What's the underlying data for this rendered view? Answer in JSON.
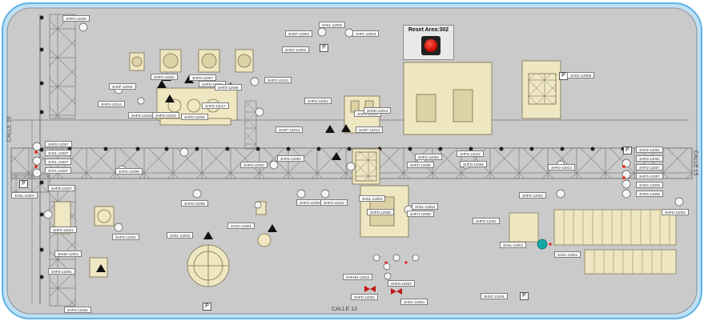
{
  "colors": {
    "floor": "#cacaca",
    "frame": "#8ec8ea",
    "equipment": "#efe6c2",
    "line": "#5c5c5c",
    "alarm": "#e81a10",
    "node": "#17a6a6",
    "valve": "#c01818"
  },
  "reset_area": {
    "label": "Reset Area:302"
  },
  "streets": {
    "left": "CALLE 20",
    "right": "CALLE 15",
    "bottom": "CALLE 13"
  },
  "tags": [
    "3HFD-12020",
    "3HSL-12002",
    "3HGF-12003",
    "3HPL-12003",
    "3HSC-12003",
    "3HFD-12019",
    "3HFD-12004",
    "3HSF-12004",
    "3HFD-12007",
    "3HFD-12008",
    "3HFD-12006",
    "3HFD-12014",
    "3HFD-12018",
    "3HFD-12016",
    "3HFD-12017",
    "3HFD-12009",
    "3HFD-12003",
    "3HSC-12009",
    "3HFD-12013",
    "3HHD-12013",
    "3HGF-12013",
    "3HGF-12013",
    "3HFD-12012",
    "3HFD-12007",
    "3HSL-12007",
    "3HSL-12007",
    "3HTL-12007",
    "3HSL-12007",
    "3HPD-12007",
    "3HFD-12021",
    "3HFD-12008",
    "3HFD-12008",
    "3HFD-12009",
    "3HFD-12015",
    "3HFD-12005",
    "3HFD-12006",
    "3HFD-12013",
    "3HFD-12004",
    "3HFD-12003",
    "3HFD-12002",
    "3HFD-12003",
    "3HFD-12001",
    "3HFD-12002",
    "3HFD-12007",
    "3HFD-12007",
    "3HSC-12005",
    "3HPD-12005",
    "3HFD-12004",
    "3HSL-12004",
    "3HSL-12004",
    "3HFD-12009",
    "3HFH-12008",
    "3HFD-12001",
    "3HFD-12002",
    "3HSL-12001",
    "3HSL-12001",
    "3HSL-12002",
    "3HSC-12001",
    "3HHD-12001",
    "3HFD-12001",
    "3HPHD-12010",
    "3HFD-12003",
    "3HFD-12004",
    "3HSC-12004",
    "3HSC-12001",
    "3HFD-12002"
  ],
  "p_labels": {
    "p1": "P",
    "p2": "P",
    "p3": "P",
    "p4": "P",
    "p5": "P",
    "p6": "P",
    "p7": "P"
  }
}
